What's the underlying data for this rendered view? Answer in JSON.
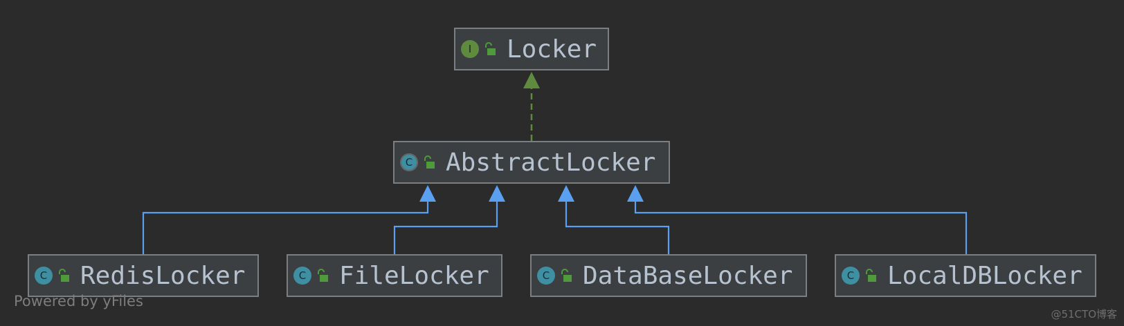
{
  "diagram": {
    "nodes": [
      {
        "id": "locker",
        "label": "Locker",
        "kind": "interface",
        "badge": "I"
      },
      {
        "id": "abstract",
        "label": "AbstractLocker",
        "kind": "abstract",
        "badge": "C"
      },
      {
        "id": "redis",
        "label": "RedisLocker",
        "kind": "class",
        "badge": "C"
      },
      {
        "id": "file",
        "label": "FileLocker",
        "kind": "class",
        "badge": "C"
      },
      {
        "id": "database",
        "label": "DataBaseLocker",
        "kind": "class",
        "badge": "C"
      },
      {
        "id": "localdb",
        "label": "LocalDBLocker",
        "kind": "class",
        "badge": "C"
      }
    ],
    "edges": [
      {
        "from": "abstract",
        "to": "locker",
        "type": "implements"
      },
      {
        "from": "redis",
        "to": "abstract",
        "type": "extends"
      },
      {
        "from": "file",
        "to": "abstract",
        "type": "extends"
      },
      {
        "from": "database",
        "to": "abstract",
        "type": "extends"
      },
      {
        "from": "localdb",
        "to": "abstract",
        "type": "extends"
      }
    ],
    "footer": "Powered by yFiles",
    "watermark": "@51CTO博客"
  },
  "colors": {
    "background": "#2b2b2b",
    "node_fill": "#3c3f41",
    "node_border": "#7c7f82",
    "text": "#b6c2d0",
    "implements_edge": "#5f8b3f",
    "extends_edge": "#5a9ff0",
    "interface_badge": "#5f8b3f",
    "class_badge": "#3f8fa3",
    "lock_icon": "#4f9a3a"
  },
  "icons": {
    "interface_badge": "interface-badge-icon",
    "class_badge": "class-badge-icon",
    "visibility": "public-lock-icon"
  }
}
